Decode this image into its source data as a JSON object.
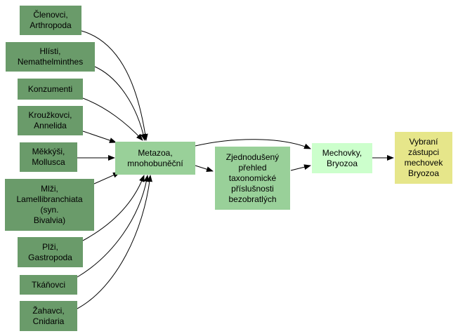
{
  "sources": [
    {
      "id": "clenovci",
      "label": "Členovci,\nArthropoda"
    },
    {
      "id": "hlisti",
      "label": "Hlísti,\nNemathelminthes"
    },
    {
      "id": "konzumenti",
      "label": "Konzumenti"
    },
    {
      "id": "krouzkovci",
      "label": "Kroužkovci,\nAnnelida"
    },
    {
      "id": "mekkysi",
      "label": "Měkkýši,\nMollusca"
    },
    {
      "id": "mlzi",
      "label": "Mlži,\nLamellibranchiata\n(syn.\nBivalvia)"
    },
    {
      "id": "plzi",
      "label": "Plži,\nGastropoda"
    },
    {
      "id": "tkanovci",
      "label": "Tkáňovci"
    },
    {
      "id": "zahavci",
      "label": "Žahavci,\nCnidaria"
    }
  ],
  "metazoa": {
    "label": "Metazoa,\nmnohobuněční"
  },
  "prehled": {
    "label": "Zjednodušený\npřehled\ntaxonomické\npříslušnosti\nbezobratlých"
  },
  "mechovky": {
    "label": "Mechovky,\nBryozoa"
  },
  "zastupci": {
    "label": "Vybraní\nzástupci\nmechovek\nBryozoa"
  }
}
